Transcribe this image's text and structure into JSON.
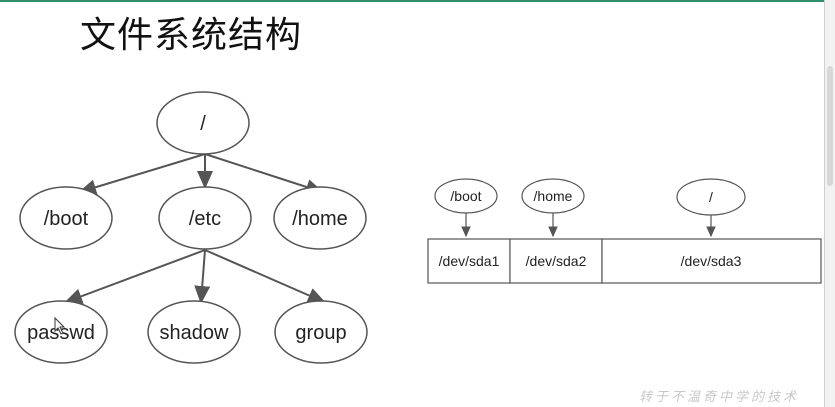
{
  "title": "文件系统结构",
  "tree": {
    "root": "/",
    "level1": [
      "/boot",
      "/etc",
      "/home"
    ],
    "level2": [
      "passwd",
      "shadow",
      "group"
    ]
  },
  "partitions": {
    "mounts": [
      "/boot",
      "/home",
      "/"
    ],
    "devices": [
      "/dev/sda1",
      "/dev/sda2",
      "/dev/sda3"
    ]
  },
  "watermark": "转于不温奇中学的技术",
  "colors": {
    "line": "#555555",
    "node_fill": "#ffffff",
    "accent": "#2f8f6b"
  }
}
